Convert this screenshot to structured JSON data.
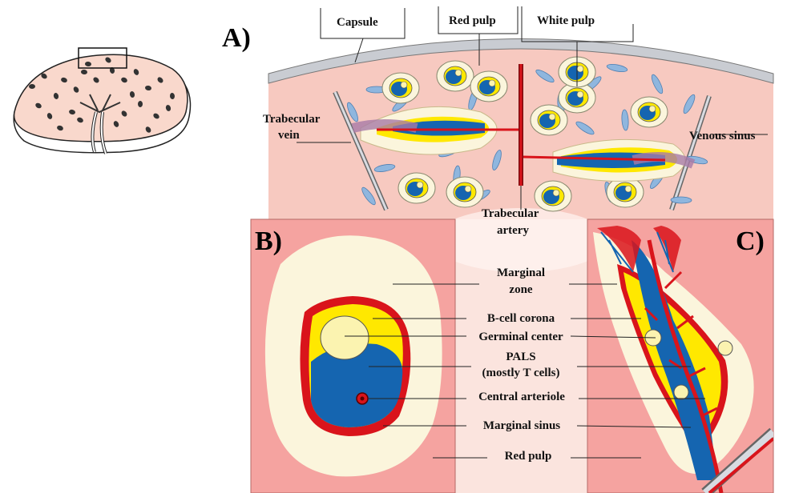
{
  "panels": {
    "a": "A)",
    "b": "B)",
    "c": "C)"
  },
  "labels": {
    "capsule": "Capsule",
    "red_pulp_top": "Red pulp",
    "white_pulp": "White pulp",
    "trabecular_vein_1": "Trabecular",
    "trabecular_vein_2": "vein",
    "venous_sinus": "Venous sinus",
    "trabecular_artery_1": "Trabecular",
    "trabecular_artery_2": "artery",
    "marginal_zone_1": "Marginal",
    "marginal_zone_2": "zone",
    "b_cell_corona": "B-cell corona",
    "germinal_center": "Germinal center",
    "pals_1": "PALS",
    "pals_2": "(mostly T cells)",
    "central_arteriole": "Central arteriole",
    "marginal_sinus": "Marginal sinus",
    "red_pulp_bottom": "Red pulp"
  },
  "colors": {
    "red_pulp": "#f7c9c0",
    "panel_bg": "#f5a3a0",
    "marginal_zone": "#fbf5dc",
    "b_cell_corona": "#ffe800",
    "pals": "#1565b0",
    "arteriole": "#d9141b",
    "capsule": "#c9ccd2",
    "venous_sinus": "#8fb6de",
    "spleen_dots": "#333333",
    "spleen_fill": "#f9d8cc"
  }
}
